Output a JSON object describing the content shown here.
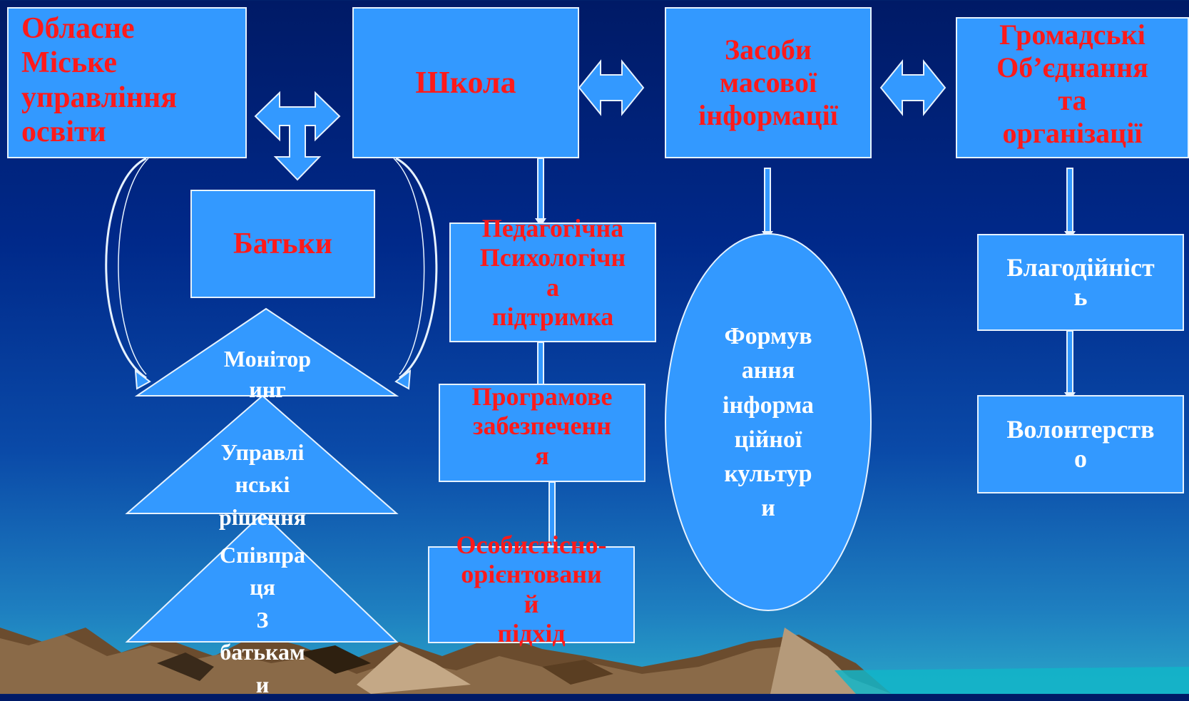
{
  "nodes": {
    "regional_education": "Обласне\nМіське\nуправління\nосвіти",
    "school": "Школа",
    "mass_media": "Засоби\nмасової\nінформації",
    "public_orgs": "Громадські\nОб’єднання\nта\nорганізації",
    "parents": "Батьки",
    "ped_support": "Педагогічна\nПсихологічн\nа\nпідтримка",
    "software": "Програмове\nзабезпеченн\nя",
    "personal_approach": "Особистісно-\nорієнтовани\nй\nпідхід",
    "info_culture": "Формув\nання\nінформа\nційної\nкультур\nи",
    "charity": "Благодійніст\nь",
    "volunteering": "Волонтерств\nо",
    "monitoring": "Монітор\nинг",
    "management_decisions": "Управлі\nнські\nрішення",
    "cooperation": "Співпра\nця\nЗ\nбатькам\nи"
  },
  "colors": {
    "box_fill": "#3399ff",
    "box_border": "#e6f2ff",
    "title_text": "#ff1a1a",
    "sub_text": "#ffffff",
    "mountain_brown": "#7a5a3a",
    "mountain_light": "#b59a7a"
  }
}
